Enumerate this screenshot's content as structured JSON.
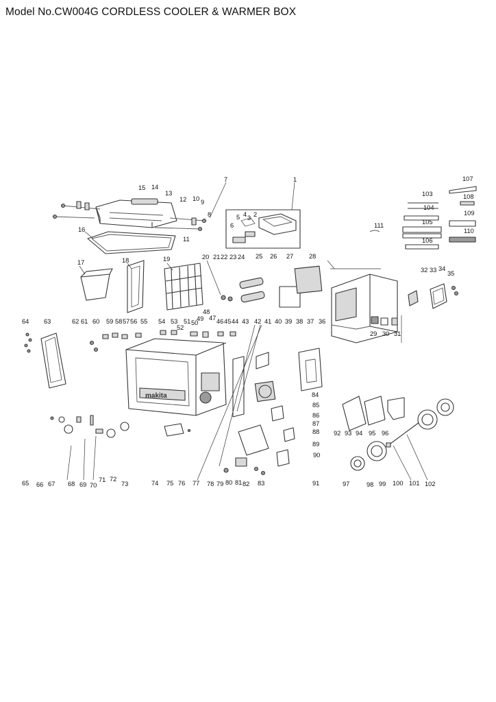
{
  "title": "Model No.CW004G CORDLESS COOLER & WARMER BOX",
  "brand_mark": "makita",
  "part_numbers": [
    "1",
    "2",
    "3",
    "4",
    "5",
    "6",
    "7",
    "8",
    "9",
    "10",
    "11",
    "12",
    "13",
    "14",
    "15",
    "16",
    "17",
    "18",
    "19",
    "20",
    "21",
    "22",
    "23",
    "24",
    "25",
    "26",
    "27",
    "28",
    "29",
    "30",
    "31",
    "32",
    "33",
    "34",
    "35",
    "36",
    "37",
    "38",
    "39",
    "40",
    "41",
    "42",
    "43",
    "44",
    "45",
    "46",
    "47",
    "48",
    "49",
    "50",
    "51",
    "52",
    "53",
    "54",
    "55",
    "56",
    "57",
    "58",
    "59",
    "60",
    "61",
    "62",
    "63",
    "64",
    "65",
    "66",
    "67",
    "68",
    "69",
    "70",
    "71",
    "72",
    "73",
    "74",
    "75",
    "76",
    "77",
    "78",
    "79",
    "80",
    "81",
    "82",
    "83",
    "84",
    "85",
    "86",
    "87",
    "88",
    "89",
    "90",
    "91",
    "92",
    "93",
    "94",
    "95",
    "96",
    "97",
    "98",
    "99",
    "100",
    "101",
    "102",
    "103",
    "104",
    "105",
    "106",
    "107",
    "108",
    "109",
    "110",
    "111"
  ]
}
